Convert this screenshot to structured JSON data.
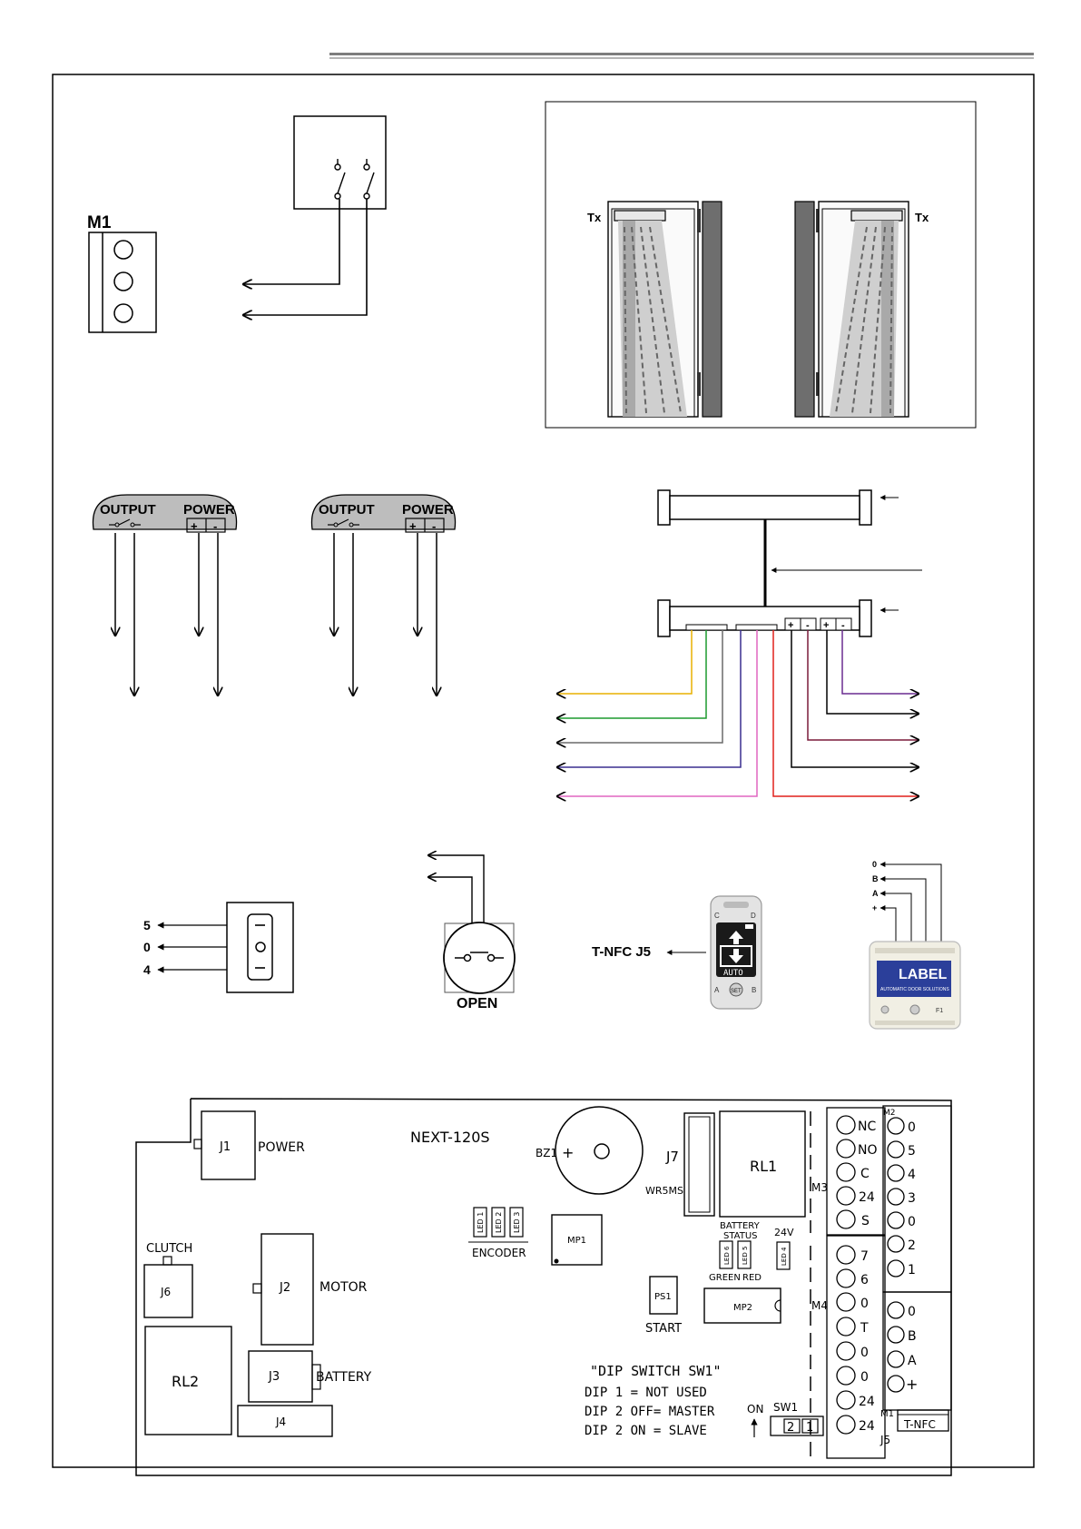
{
  "colors": {
    "ink": "#000000",
    "header_rule": "#8a8a8a",
    "panel_grey": "#bdbdbd",
    "door_dark": "#6e6e6e",
    "door_panel": "#dddddd",
    "wire_yellow": "#e8b100",
    "wire_green": "#1d9a2e",
    "wire_grey": "#6a6a6a",
    "wire_blue": "#3a2f8f",
    "wire_pink": "#e066c0",
    "wire_purple": "#6a2c91",
    "wire_maroon": "#7a1a3a",
    "wire_red": "#e0201c",
    "label_blue": "#2b3f9a"
  },
  "m1_block": {
    "label": "M1"
  },
  "sensor_doors": {
    "tx_left": "Tx",
    "tx_right": "Tx"
  },
  "detectors": {
    "left": {
      "output": "OUTPUT",
      "power": "POWER",
      "plus": "+",
      "minus": "-"
    },
    "right": {
      "output": "OUTPUT",
      "power": "POWER",
      "plus": "+",
      "minus": "-"
    }
  },
  "bar_sensor": {
    "plus_a": "+",
    "minus_a": "-",
    "plus_b": "+",
    "minus_b": "-"
  },
  "selector": {
    "pins": [
      "5",
      "0",
      "4"
    ]
  },
  "open_button": {
    "label": "OPEN"
  },
  "tnfc": {
    "label": "T-NFC  J5",
    "screen_text": "AUTO",
    "key_c": "C",
    "key_d": "D",
    "key_a": "A",
    "key_b": "B",
    "set_key": "SET"
  },
  "label_keypad": {
    "pins": [
      "0",
      "B",
      "A",
      "+"
    ],
    "brand": "LABEL",
    "tagline": "AUTOMATIC DOOR SOLUTIONS",
    "key_f1": "F1"
  },
  "board": {
    "title": "NEXT-120S",
    "j1": "J1",
    "power": "POWER",
    "bz1": "BZ1",
    "j7": "J7",
    "wr5ms": "WR5MS",
    "rl1": "RL1",
    "m3": "M3",
    "m3_pins": [
      "NC",
      "NO",
      "C",
      "24",
      "S"
    ],
    "m2": "M2",
    "m2_pins": [
      "0",
      "5",
      "4",
      "3",
      "0",
      "2",
      "1"
    ],
    "m2b_pins": [
      "0",
      "B",
      "A",
      "+"
    ],
    "m1": "M1",
    "j5": "J5",
    "tnfc": "T-NFC",
    "led1": "LED 1",
    "led2": "LED 2",
    "led3": "LED 3",
    "encoder": "ENCODER",
    "mp1": "MP1",
    "battery_status": "BATTERY STATUS",
    "led6": "LED 6",
    "led5": "LED 5",
    "led4": "LED 4",
    "v24": "24V",
    "green": "GREEN",
    "red": "RED",
    "m4": "M4",
    "m4_pins": [
      "7",
      "6",
      "0",
      "T",
      "0",
      "0",
      "24",
      "24"
    ],
    "ps1": "PS1",
    "start": "START",
    "mp2": "MP2",
    "clutch": "CLUTCH",
    "j6": "J6",
    "j2": "J2",
    "motor": "MOTOR",
    "rl2": "RL2",
    "j3": "J3",
    "battery": "BATTERY",
    "j4": "J4",
    "dip_title": "\"DIP SWITCH SW1\"",
    "dip1": "DIP 1 = NOT USED",
    "dip2off": "DIP 2 OFF= MASTER",
    "dip2on": "DIP 2 ON = SLAVE",
    "on": "ON",
    "sw1": "SW1",
    "sw_2": "2",
    "sw_1": "1"
  }
}
